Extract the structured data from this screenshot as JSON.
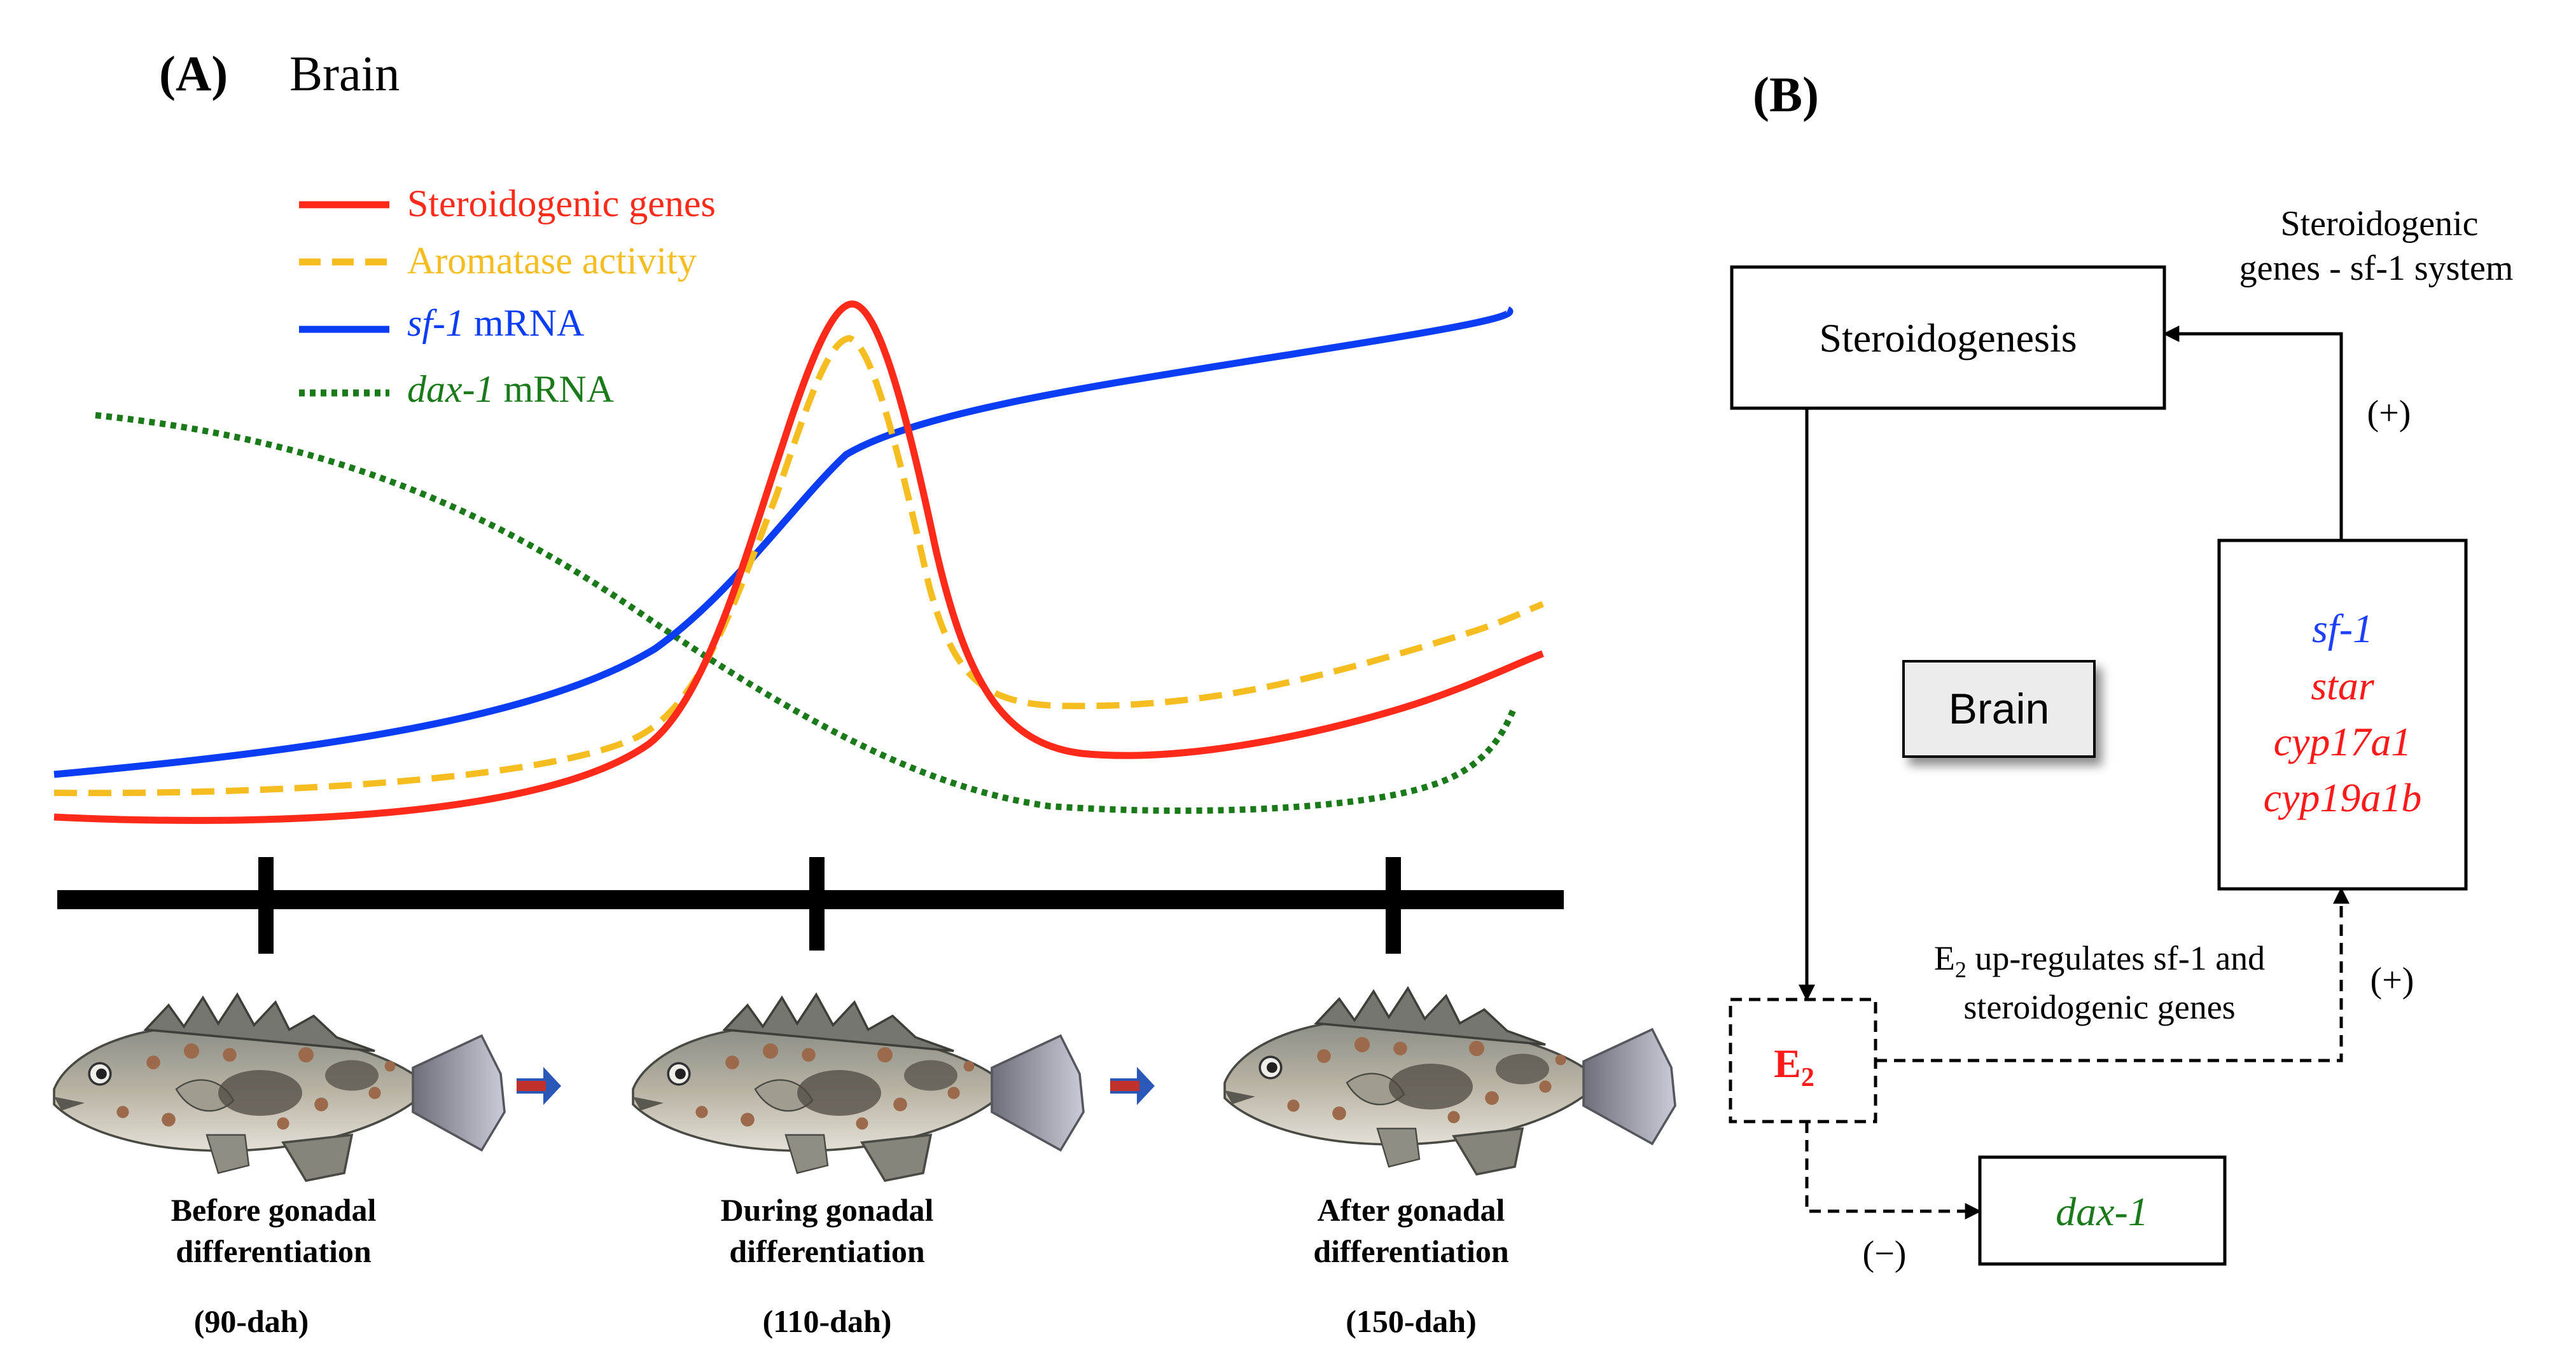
{
  "panel_a": {
    "label": "(A)",
    "title": "Brain",
    "legend": [
      {
        "name_italic": "",
        "name": "Steroidogenic genes",
        "color": "#ff2a1a",
        "style": "solid"
      },
      {
        "name_italic": "",
        "name": "Aromatase activity",
        "color": "#f5bd1f",
        "style": "dashed"
      },
      {
        "name_italic": "sf-1",
        "name": " mRNA",
        "color": "#0b3df5",
        "style": "solid"
      },
      {
        "name_italic": "dax-1",
        "name": " mRNA",
        "color": "#1a7a1a",
        "style": "dotted"
      }
    ],
    "stages": [
      {
        "line1": "Before gonadal",
        "line2": "differentiation",
        "age": "(90-dah)"
      },
      {
        "line1": "During gonadal",
        "line2": "differentiation",
        "age": "(110-dah)"
      },
      {
        "line1": "After gonadal",
        "line2": "differentiation",
        "age": "(150-dah)"
      }
    ]
  },
  "panel_b": {
    "label": "(B)",
    "steroidogenesis": "Steroidogenesis",
    "system_line1": "Steroidogenic",
    "system_line2": "genes - sf-1 system",
    "plus_top": "(+)",
    "plus_mid": "(+)",
    "minus": "(−)",
    "brain": "Brain",
    "genes": [
      {
        "name": "sf-1",
        "color": "#1f3fff"
      },
      {
        "name": "star",
        "color": "#ff1a1a"
      },
      {
        "name": "cyp17a1",
        "color": "#ff1a1a"
      },
      {
        "name": "cyp19a1b",
        "color": "#ff1a1a"
      }
    ],
    "e2_base": "E",
    "e2_sub": "2",
    "upreg_line1_base": "E",
    "upreg_line1_sub": "2",
    "upreg_line1_rest": " up-regulates sf-1 and",
    "upreg_line2": "steroidogenic genes",
    "dax": "dax-1",
    "dax_color": "#1a7a1a",
    "e2_color": "#ff1a1a"
  }
}
